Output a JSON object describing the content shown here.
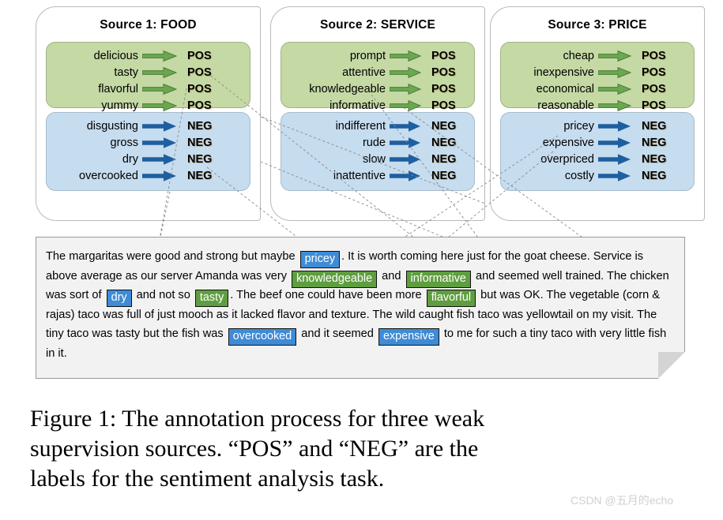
{
  "figure": {
    "caption": "Figure 1:  The annotation process for three weak supervision sources. “POS” and “NEG” are the labels for the sentiment analysis task.",
    "watermark": "CSDN @五月的echo"
  },
  "colors": {
    "positive_box_fill": "#c5d9a5",
    "positive_box_border": "#9fb383",
    "negative_box_fill": "#c6dcef",
    "negative_box_border": "#a9bccd",
    "positive_arrow": "#6aa84f",
    "positive_arrow_border": "#4f7a39",
    "negative_arrow": "#1f5fa0",
    "positive_highlight": "#5f9e40",
    "negative_highlight": "#3f8bd6",
    "panel_background": "#f2f2f2",
    "card_border": "#b9b9b9",
    "connector_line": "#808080"
  },
  "sources": [
    {
      "title": "Source 1: FOOD",
      "positive": {
        "label": "POS",
        "arrow": "arrow-right-green-icon",
        "words": [
          "delicious",
          "tasty",
          "flavorful",
          "yummy"
        ]
      },
      "negative": {
        "label": "NEG",
        "arrow": "arrow-right-blue-icon",
        "words": [
          "disgusting",
          "gross",
          "dry",
          "overcooked"
        ]
      }
    },
    {
      "title": "Source 2: SERVICE",
      "positive": {
        "label": "POS",
        "arrow": "arrow-right-green-icon",
        "words": [
          "prompt",
          "attentive",
          "knowledgeable",
          "informative"
        ]
      },
      "negative": {
        "label": "NEG",
        "arrow": "arrow-right-blue-icon",
        "words": [
          "indifferent",
          "rude",
          "slow",
          "inattentive"
        ]
      }
    },
    {
      "title": "Source 3: PRICE",
      "positive": {
        "label": "POS",
        "arrow": "arrow-right-green-icon",
        "words": [
          "cheap",
          "inexpensive",
          "economical",
          "reasonable"
        ]
      },
      "negative": {
        "label": "NEG",
        "arrow": "arrow-right-blue-icon",
        "words": [
          "pricey",
          "expensive",
          "overpriced",
          "costly"
        ]
      }
    }
  ],
  "review": {
    "segments": [
      {
        "type": "text",
        "value": "The margaritas were good and strong but maybe "
      },
      {
        "type": "highlight",
        "sentiment": "negative",
        "value": "pricey"
      },
      {
        "type": "text",
        "value": ". It is worth coming here just for the goat cheese. Service is above average as our server Amanda was very "
      },
      {
        "type": "highlight",
        "sentiment": "positive",
        "value": "knowledgeable"
      },
      {
        "type": "text",
        "value": " and "
      },
      {
        "type": "highlight",
        "sentiment": "positive",
        "value": "informative"
      },
      {
        "type": "text",
        "value": " and seemed well trained. The chicken was sort of "
      },
      {
        "type": "highlight",
        "sentiment": "negative",
        "value": "dry"
      },
      {
        "type": "text",
        "value": " and not so "
      },
      {
        "type": "highlight",
        "sentiment": "positive",
        "value": "tasty"
      },
      {
        "type": "text",
        "value": ". The beef one could have been more "
      },
      {
        "type": "highlight",
        "sentiment": "positive",
        "value": "flavorful"
      },
      {
        "type": "text",
        "value": " but was OK. The vegetable (corn & rajas) taco was full of just mooch as it lacked flavor and texture. The wild caught fish taco was yellowtail on my visit. The tiny taco was tasty but the fish was "
      },
      {
        "type": "highlight",
        "sentiment": "negative",
        "value": "overcooked"
      },
      {
        "type": "text",
        "value": " and it seemed "
      },
      {
        "type": "highlight",
        "sentiment": "negative",
        "value": "expensive"
      },
      {
        "type": "text",
        "value": " to me for such a tiny taco with very little fish in it."
      }
    ]
  }
}
